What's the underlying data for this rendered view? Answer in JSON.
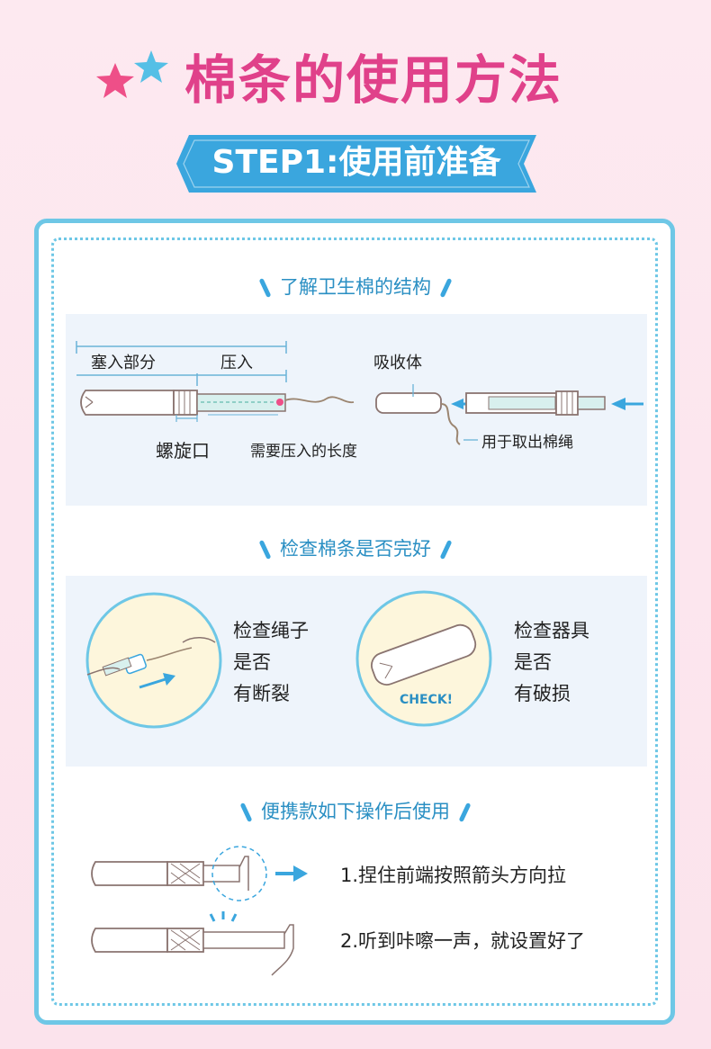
{
  "title": "棉条的使用方法",
  "step_banner": "STEP1:使用前准备",
  "colors": {
    "title": "#e0418a",
    "accent_blue": "#3aa6de",
    "card_border": "#6ec7e6",
    "panel_bg": "#eef4fb"
  },
  "section1": {
    "heading": "了解卫生棉的结构",
    "labels": {
      "insert_part": "塞入部分",
      "press_in": "压入",
      "absorbent": "吸收体",
      "spiral_mouth": "螺旋口",
      "press_length": "需要压入的长度",
      "string_use": "用于取出棉绳"
    }
  },
  "section2": {
    "heading": "检查棉条是否完好",
    "check_string": "检查绳子\n是否\n有断裂",
    "check_string_lines": [
      "检查绳子",
      "是否",
      "有断裂"
    ],
    "check_device_lines": [
      "检查器具",
      "是否",
      "有破损"
    ],
    "check_badge": "CHECK!"
  },
  "section3": {
    "heading": "便携款如下操作后使用",
    "step1": "1.捏住前端按照箭头方向拉",
    "step2": "2.听到咔嚓一声，就设置好了"
  }
}
